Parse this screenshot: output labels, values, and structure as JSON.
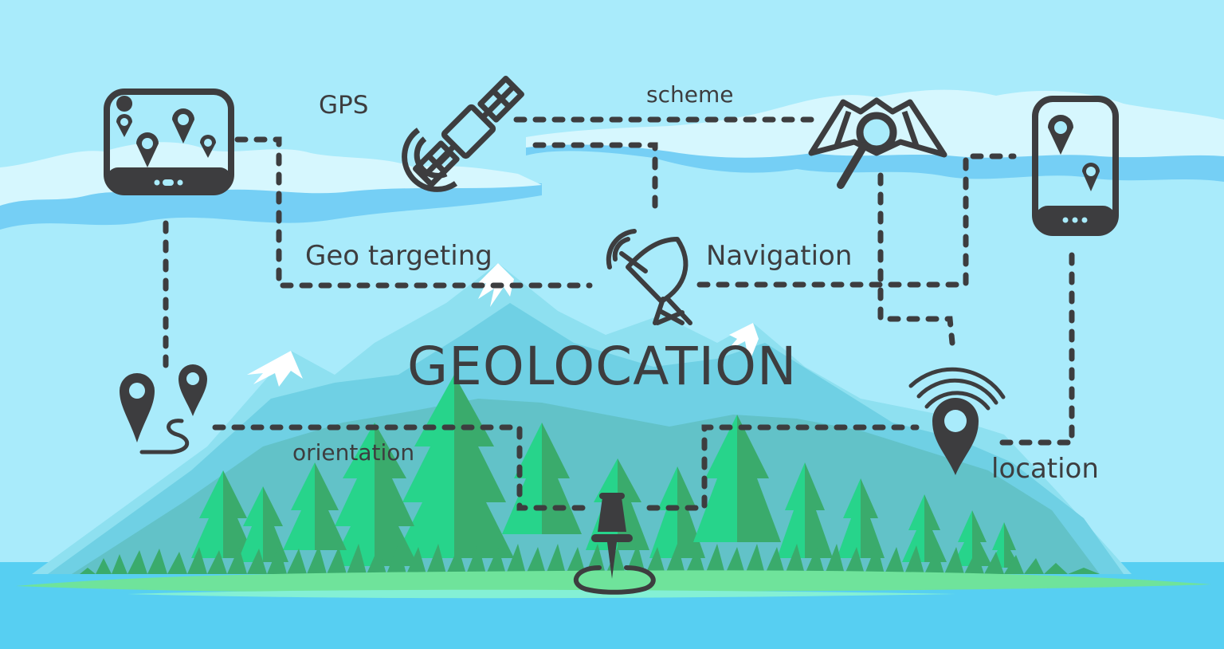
{
  "title": "GEOLOCATION",
  "labels": {
    "gps": "GPS",
    "scheme": "scheme",
    "geo_targeting": "Geo targeting",
    "navigation": "Navigation",
    "orientation": "orientation",
    "location": "location"
  },
  "icons": [
    {
      "name": "tablet-map-pins-icon",
      "label": "tablet with map pins"
    },
    {
      "name": "satellite-icon",
      "label": "satellite"
    },
    {
      "name": "map-search-icon",
      "label": "folded map with magnifier"
    },
    {
      "name": "phone-map-pins-icon",
      "label": "smartphone with map pins"
    },
    {
      "name": "satellite-dish-icon",
      "label": "satellite dish"
    },
    {
      "name": "route-pins-icon",
      "label": "two pins with route"
    },
    {
      "name": "signal-pin-icon",
      "label": "pin with signal waves"
    },
    {
      "name": "push-pin-icon",
      "label": "push pin on ground"
    }
  ],
  "colors": {
    "sky": "#a9ebfb",
    "cloud_light": "#d6f7fe",
    "cloud_shadow": "#75cff5",
    "water": "#57cff2",
    "mountain_far": "#8ee0f0",
    "mountain_mid": "#6fd0e4",
    "mountain_near": "#62c2c8",
    "snow": "#ffffff",
    "tree_light": "#27d48b",
    "tree_dark": "#3aab6c",
    "grass": "#6fe39b",
    "ink": "#3d3d3f"
  }
}
